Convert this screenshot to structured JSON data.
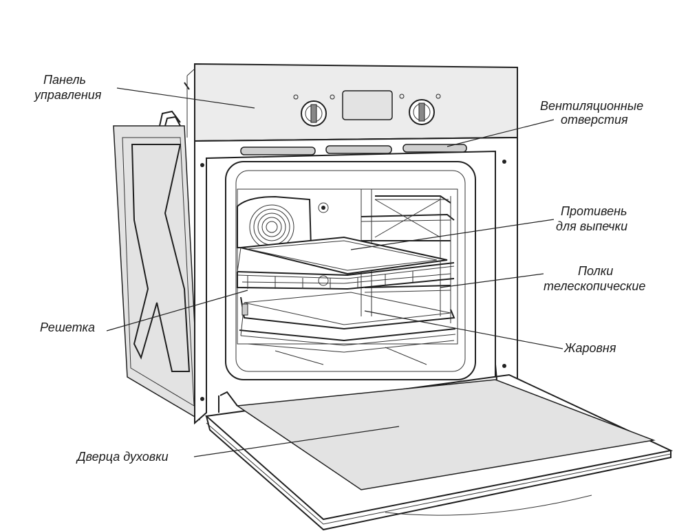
{
  "labels": {
    "control_panel": [
      "Панель",
      "управления"
    ],
    "vents": [
      "Вентиляционные",
      "отверстия"
    ],
    "baking_tray": [
      "Противень",
      "для выпечки"
    ],
    "telescopic_shelves": [
      "Полки",
      "телескопические"
    ],
    "grill_rack": "Решетка",
    "roasting_pan": "Жаровня",
    "oven_door": "Дверца духовки"
  }
}
